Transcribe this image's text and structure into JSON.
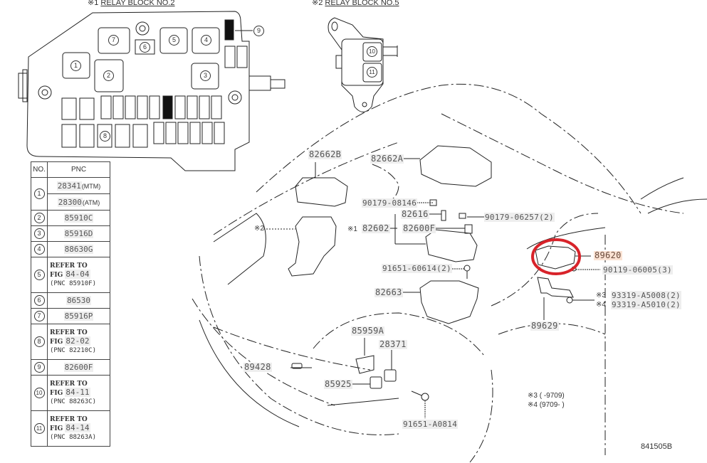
{
  "relay_block_2": {
    "title_prefix": "※1",
    "title": "RELAY BLOCK NO.2",
    "callouts": [
      "1",
      "2",
      "3",
      "4",
      "5",
      "6",
      "7",
      "8",
      "9"
    ]
  },
  "relay_block_5": {
    "title_prefix": "※2",
    "title": "RELAY BLOCK NO.5",
    "callouts": [
      "10",
      "11"
    ]
  },
  "table": {
    "headers": [
      "NO.",
      "PNC"
    ],
    "rows": [
      {
        "no": "1",
        "pnc": "28341",
        "suffix": "(MTM)"
      },
      {
        "no": "",
        "pnc": "28300",
        "suffix": "(ATM)"
      },
      {
        "no": "2",
        "pnc": "85910C"
      },
      {
        "no": "3",
        "pnc": "85916D"
      },
      {
        "no": "4",
        "pnc": "88630G"
      },
      {
        "no": "5",
        "ref_line1": "REFER TO",
        "ref_fig_prefix": "FIG ",
        "ref_fig": "84-04",
        "ref_line3": "(PNC 85910F)"
      },
      {
        "no": "6",
        "pnc": "86530"
      },
      {
        "no": "7",
        "pnc": "85916P"
      },
      {
        "no": "8",
        "ref_line1": "REFER TO",
        "ref_fig_prefix": "FIG ",
        "ref_fig": "82-02",
        "ref_line3": "(PNC 82210C)"
      },
      {
        "no": "9",
        "pnc": "82600F"
      },
      {
        "no": "10",
        "ref_line1": "REFER TO",
        "ref_fig_prefix": "FIG ",
        "ref_fig": "84-11",
        "ref_line3": "(PNC 88263C)"
      },
      {
        "no": "11",
        "ref_line1": "REFER TO",
        "ref_fig_prefix": "FIG ",
        "ref_fig": "84-14",
        "ref_line3": "(PNC 88263A)"
      }
    ]
  },
  "parts": {
    "p82662B": "82662B",
    "p82662A": "82662A",
    "p90179_08146": "90179-08146",
    "p82616": "82616",
    "p90179_06257": "90179-06257(2)",
    "p82602_prefix": "※1",
    "p82602": "82602",
    "p82600F": "82600F",
    "note2": "※2",
    "p89620": "89620",
    "p90119_06005": "90119-06005(3)",
    "p91651_60614": "91651-60614(2)",
    "p82663": "82663",
    "p93319_A5008_prefix": "※3",
    "p93319_A5008": "93319-A5008(2)",
    "p93319_A5010_prefix": "※4",
    "p93319_A5010": "93319-A5010(2)",
    "p89629": "89629",
    "p85959A": "85959A",
    "p28371": "28371",
    "p89428": "89428",
    "p85925": "85925",
    "p91651_A0814": "91651-A0814"
  },
  "notes": {
    "n3": "※3 (      -9709)",
    "n4": "※4 (9709-      )"
  },
  "figure_id": "841505B",
  "highlight_color": "#d8232a"
}
